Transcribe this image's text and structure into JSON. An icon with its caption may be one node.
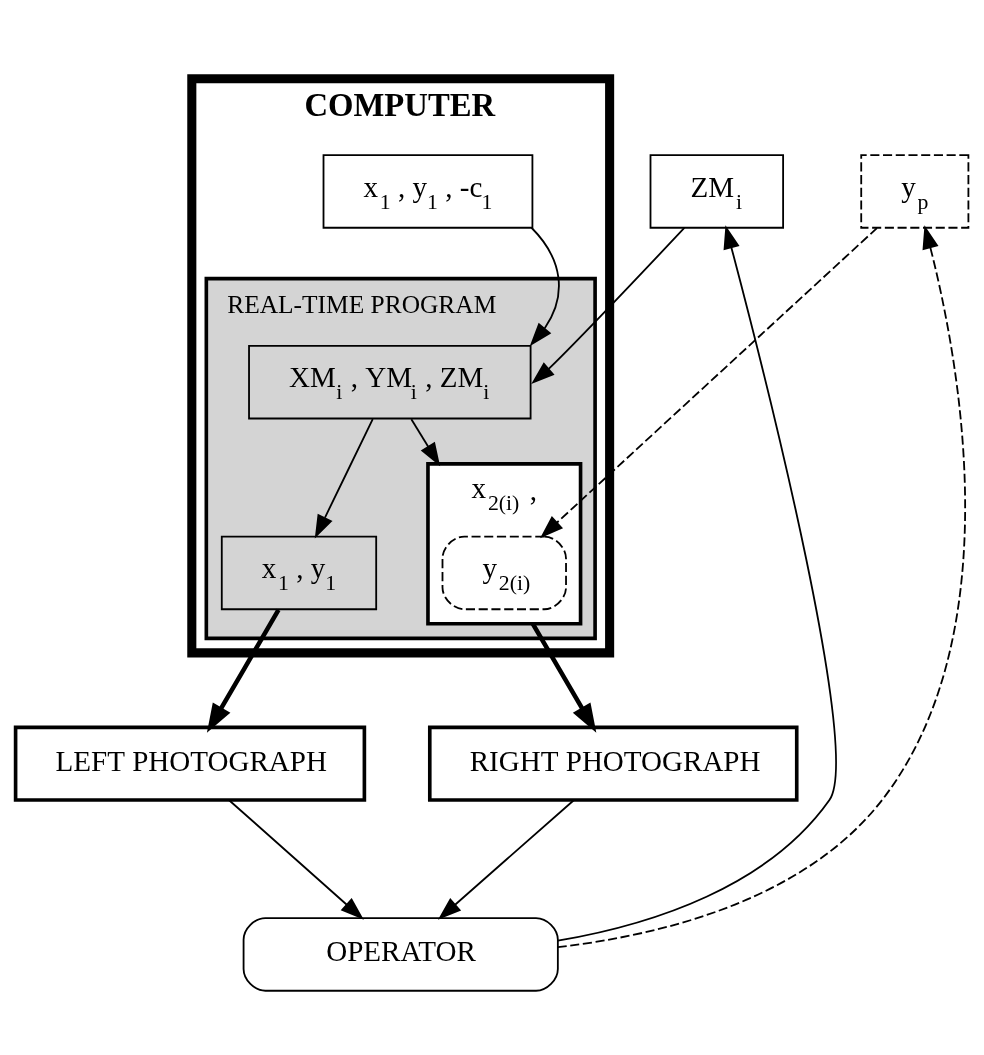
{
  "diagram": {
    "nodes": [
      {
        "text": [
          "COMPUTER"
        ]
      },
      {
        "text": [
          "x$_{1}$ , y$_{1}$ , -c$_{1}$"
        ],
        "in": 0
      },
      {
        "text": [
          "REAL-TIME PROGRAM"
        ],
        "in": 0
      },
      {
        "text": [
          "XM$_{i}$ , YM$_{i}$ , ZM$_{i}$"
        ],
        "in": 2
      },
      {
        "text": [
          "x$_{1}$ , y$_{1}$"
        ],
        "in": 2
      },
      {
        "text": [
          "x$_{2(i)}$ ,"
        ],
        "in": 2
      },
      {
        "text": [
          "y$_{2(i)}$"
        ],
        "in": 5
      },
      {
        "text": [
          "ZM$_{i}$"
        ]
      },
      {
        "text": [
          "y$_{p}$"
        ]
      },
      {
        "text": [
          "LEFT PHOTOGRAPH"
        ]
      },
      {
        "text": [
          "RIGHT PHOTOGRAPH"
        ]
      },
      {
        "text": [
          "OPERATOR"
        ]
      }
    ],
    "edges": [
      {
        "from": 1,
        "to": 3,
        "arrow": "to"
      },
      {
        "from": 7,
        "to": 3,
        "arrow": "to"
      },
      {
        "from": 3,
        "to": 4,
        "arrow": "to"
      },
      {
        "from": 3,
        "to": 5,
        "arrow": "to"
      },
      {
        "from": 8,
        "to": 6,
        "arrow": "to",
        "style": "dashed"
      },
      {
        "from": 4,
        "to": 9,
        "arrow": "to",
        "style": "thick"
      },
      {
        "from": 5,
        "to": 10,
        "arrow": "to",
        "style": "thick"
      },
      {
        "from": 9,
        "to": 11,
        "arrow": "to"
      },
      {
        "from": 10,
        "to": 11,
        "arrow": "to"
      },
      {
        "from": 11,
        "to": 8,
        "arrow": "to",
        "style": "dashed"
      },
      {
        "from": 11,
        "to": 7,
        "arrow": "to"
      }
    ]
  }
}
